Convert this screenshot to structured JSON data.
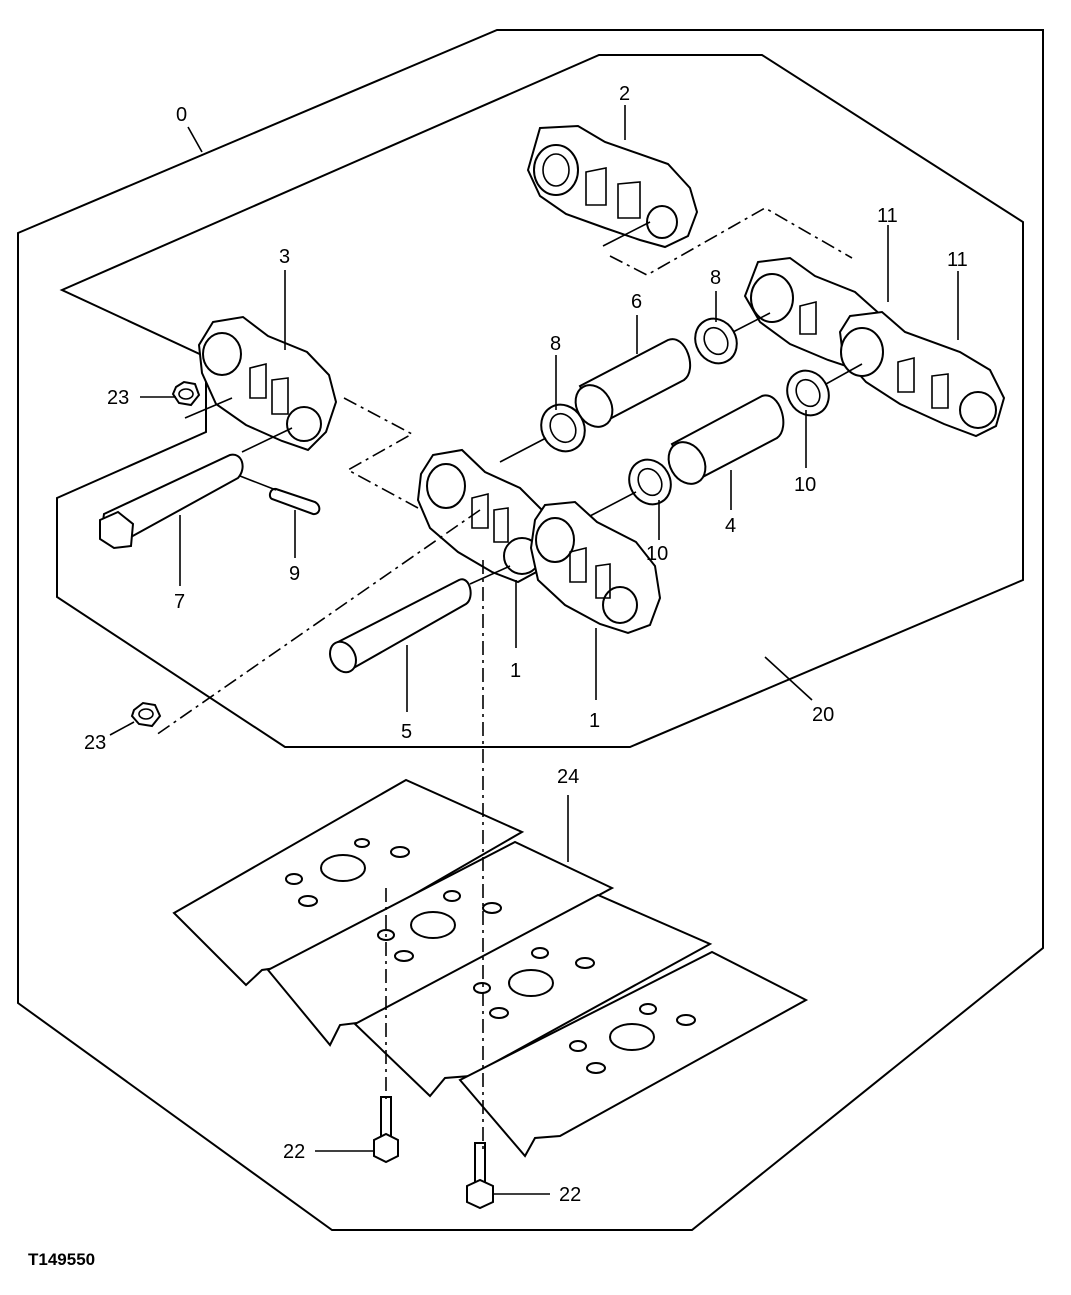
{
  "figure_id": "T149550",
  "callouts": {
    "c0": "0",
    "c1a": "1",
    "c1b": "1",
    "c2": "2",
    "c3": "3",
    "c4": "4",
    "c5": "5",
    "c6": "6",
    "c7": "7",
    "c8a": "8",
    "c8b": "8",
    "c9": "9",
    "c10a": "10",
    "c10b": "10",
    "c11a": "11",
    "c11b": "11",
    "c20": "20",
    "c22a": "22",
    "c22b": "22",
    "c23a": "23",
    "c23b": "23",
    "c24": "24"
  }
}
